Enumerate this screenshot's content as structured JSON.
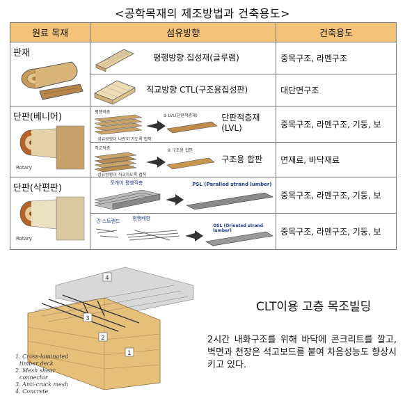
{
  "title": "<공학목재의 제조방법과 건축용도>",
  "table": {
    "headers": [
      "원료 목재",
      "섬유방향",
      "건축용도"
    ],
    "materials": [
      "판재",
      "단판(베니어)",
      "단판(삭편판)"
    ],
    "rows": [
      {
        "fiber": "평행방향 집성재(글루램)",
        "usage": "중목구조, 라멘구조"
      },
      {
        "fiber": "직교방향 CTL(구조용집성판)",
        "usage": "대단면구조"
      },
      {
        "fiber": "단판적층재\n(LVL)",
        "usage": "중목구조, 라멘구조, 기둥, 보"
      },
      {
        "fiber": "구조용 합판",
        "usage": "면재료, 바닥재료"
      },
      {
        "fiber": "",
        "usage": "중목구조, 라멘구조, 기둥, 보"
      },
      {
        "fiber": "",
        "usage": "중목구조, 라멘구조, 기둥, 보"
      }
    ],
    "diagram_labels": {
      "lvl_top": "평행적층",
      "lvl_arrow": "③ LVL(단판적층재)",
      "lvl_bottom": "섬유방향이 나란히 가도록 접착",
      "ply_top": "직교적층",
      "ply_arrow": "② 구조용 합판",
      "ply_bottom": "섬유방향이 직교하도록 접착",
      "psl_top": "쪼개어 평행적층",
      "psl_label": "PSL (Paralled strand lumber)",
      "osl_left": "긴 스트랜드",
      "osl_mid": "평행배향",
      "osl_label": "OSL (Oriented strand lumber)",
      "rotary": "Rotary"
    }
  },
  "bottom": {
    "title": "CLT이용 고층 목조빌딩",
    "text": "2시간 내화구조를 위해 바닥에 콘크리트를 깔고, 벽면과 천장은 석고보드를 붙여 차음성능도 향상시키고 있다.",
    "legend": [
      "1. Cross-laminated",
      "timber deck",
      "2. Mesh shear",
      "connector",
      "3. Anti-crack mesh",
      "4. Concrete"
    ],
    "callouts": [
      "1",
      "2",
      "3",
      "4"
    ]
  }
}
